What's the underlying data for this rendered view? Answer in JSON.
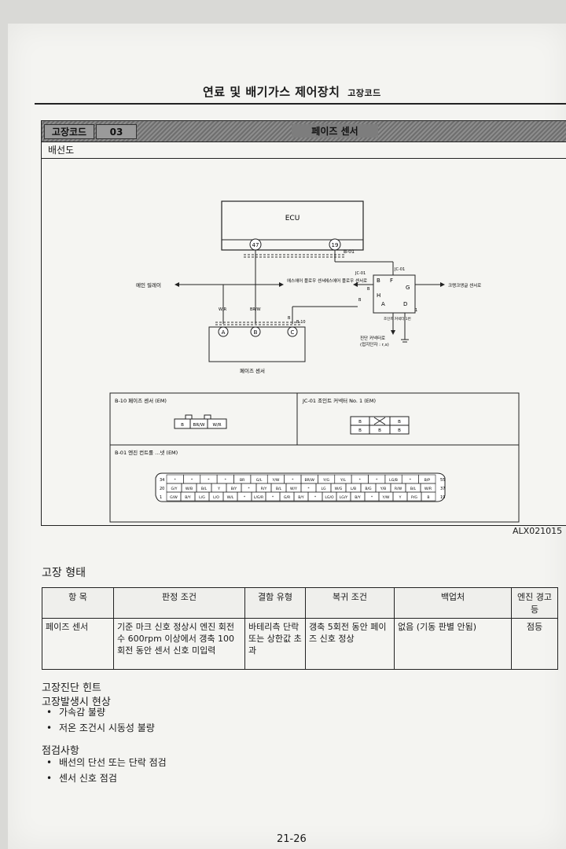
{
  "header": {
    "title": "연료 및 배기가스 제어장치",
    "subtitle": "고장코드"
  },
  "code_bar": {
    "label": "고장코드",
    "code": "03",
    "name": "페이즈 센서"
  },
  "wiring": {
    "section_label": "배선도",
    "ecu_label": "ECU",
    "pin_47": "47",
    "pin_19": "19",
    "conn_b01_top": "B-01",
    "main_relay": "메인 릴레이",
    "to_airflow_1": "에스에어 플로우 센서",
    "to_airflow_2": "에스에어 플로우 센서로",
    "jc01_a": "JC-01",
    "jc01_b": "JC-01",
    "jc01_c": "JC-01",
    "crank_sensor": "크랭크앵글 센서로",
    "diag_conn_a": "조인트 커넥터 1번",
    "diag_conn_b": "진단 커넥터로",
    "diag_conn_c": "(접지단자 : r,s)",
    "wire_w_r": "W/R",
    "wire_br_w": "BR/W",
    "wire_b": "B",
    "conn_b10": "B-10",
    "term_a": "A",
    "term_b": "B",
    "term_c": "C",
    "phase_sensor": "페이즈 센서",
    "jc_pins": [
      "B",
      "F",
      "G",
      "H",
      "A",
      "D"
    ],
    "jc_side_b1": "B",
    "jc_side_b2": "B",
    "panel_b10_title": "B-10 페이즈 센서 (EM)",
    "panel_b10_pins": [
      "B",
      "BR/W",
      "W/R"
    ],
    "panel_jc01_title": "JC-01 조인트 커넥터 No. 1 (EM)",
    "panel_jc01_pins": [
      "B",
      "B",
      "B",
      "B",
      "B",
      "B"
    ],
    "panel_b01_title": "B-01 엔진 컨트롤 ...넷 (EM)",
    "b01_left_pins": [
      "34",
      "20",
      "1"
    ],
    "b01_right_pins": [
      "55",
      "37",
      "19"
    ],
    "b01_row1": [
      "*",
      "*",
      "*",
      "*",
      "BR",
      "G/L",
      "Y/W",
      "*",
      "BR/W",
      "Y/G",
      "Y/L",
      "*",
      "*",
      "LG/B",
      "*",
      "B/P"
    ],
    "b01_row2": [
      "G/Y",
      "W/B",
      "B/L",
      "Y",
      "B/Y",
      "*",
      "R/Y",
      "B/L",
      "W/Y",
      "*",
      "LG",
      "W/G",
      "L/B",
      "B/G",
      "Y/B",
      "R/W",
      "B/L",
      "W/R"
    ],
    "b01_row3": [
      "G/W",
      "B/Y",
      "L/G",
      "L/O",
      "W/L",
      "*",
      "L/G/R",
      "*",
      "G/R",
      "B/Y",
      "*",
      "LG/O",
      "LG/Y",
      "B/Y",
      "*",
      "Y/W",
      "Y",
      "P/G",
      "B"
    ],
    "ref_code": "ALX021015"
  },
  "fault": {
    "title": "고장 형태",
    "headers": [
      "항 목",
      "판정 조건",
      "결함 유형",
      "복귀 조건",
      "백업처",
      "엔진 경고등"
    ],
    "row": {
      "item": "페이즈 센서",
      "judge": "기준 마크 신호 정상시 엔진 회전수 600rpm 이상에서 갱축 100회전 동안 센서 신호 미입력",
      "defect": "바테리측 단락 또는 상한값 초과",
      "recovery": "갱축 5회전 동안 페이즈 신호 정상",
      "backup": "없음 (기동 판별 안됨)",
      "lamp": "점등"
    }
  },
  "hints": {
    "title": "고장진단 힌트",
    "symptom_title": "고장발생시 현상",
    "symptoms": [
      "가속감 불량",
      "저온 조건시 시동성 불량"
    ],
    "check_title": "점검사항",
    "checks": [
      "배선의 단선 또는 단락 점검",
      "센서 신호 점검"
    ]
  },
  "page_number": "21-26"
}
